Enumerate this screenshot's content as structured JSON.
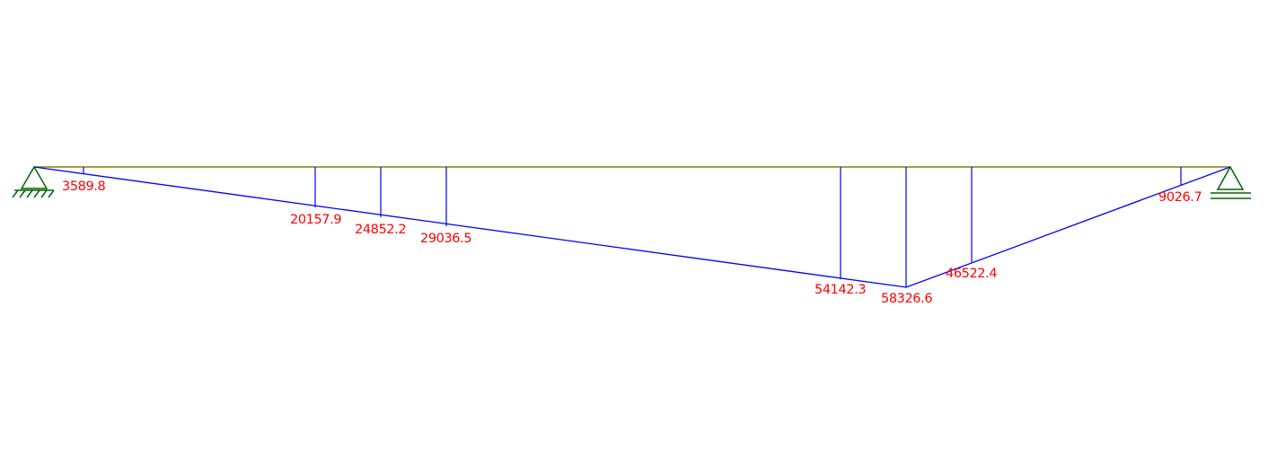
{
  "diagram": {
    "type": "bending-moment-diagram",
    "colors": {
      "background": "#ffffff",
      "beam_axis": "#808000",
      "moment_curve": "#0000ff",
      "ordinates": "#0000ff",
      "labels": "#ff0000",
      "supports": "#006400"
    },
    "supports": [
      {
        "name": "left",
        "kind": "pin"
      },
      {
        "name": "right",
        "kind": "roller"
      }
    ],
    "moment_ordinates": [
      {
        "label": "3589.8",
        "value": 3589.8
      },
      {
        "label": "20157.9",
        "value": 20157.9
      },
      {
        "label": "24852.2",
        "value": 24852.2
      },
      {
        "label": "29036.5",
        "value": 29036.5
      },
      {
        "label": "54142.3",
        "value": 54142.3
      },
      {
        "label": "58326.6",
        "value": 58326.6
      },
      {
        "label": "46522.4",
        "value": 46522.4
      },
      {
        "label": "9026.7",
        "value": 9026.7
      }
    ]
  }
}
